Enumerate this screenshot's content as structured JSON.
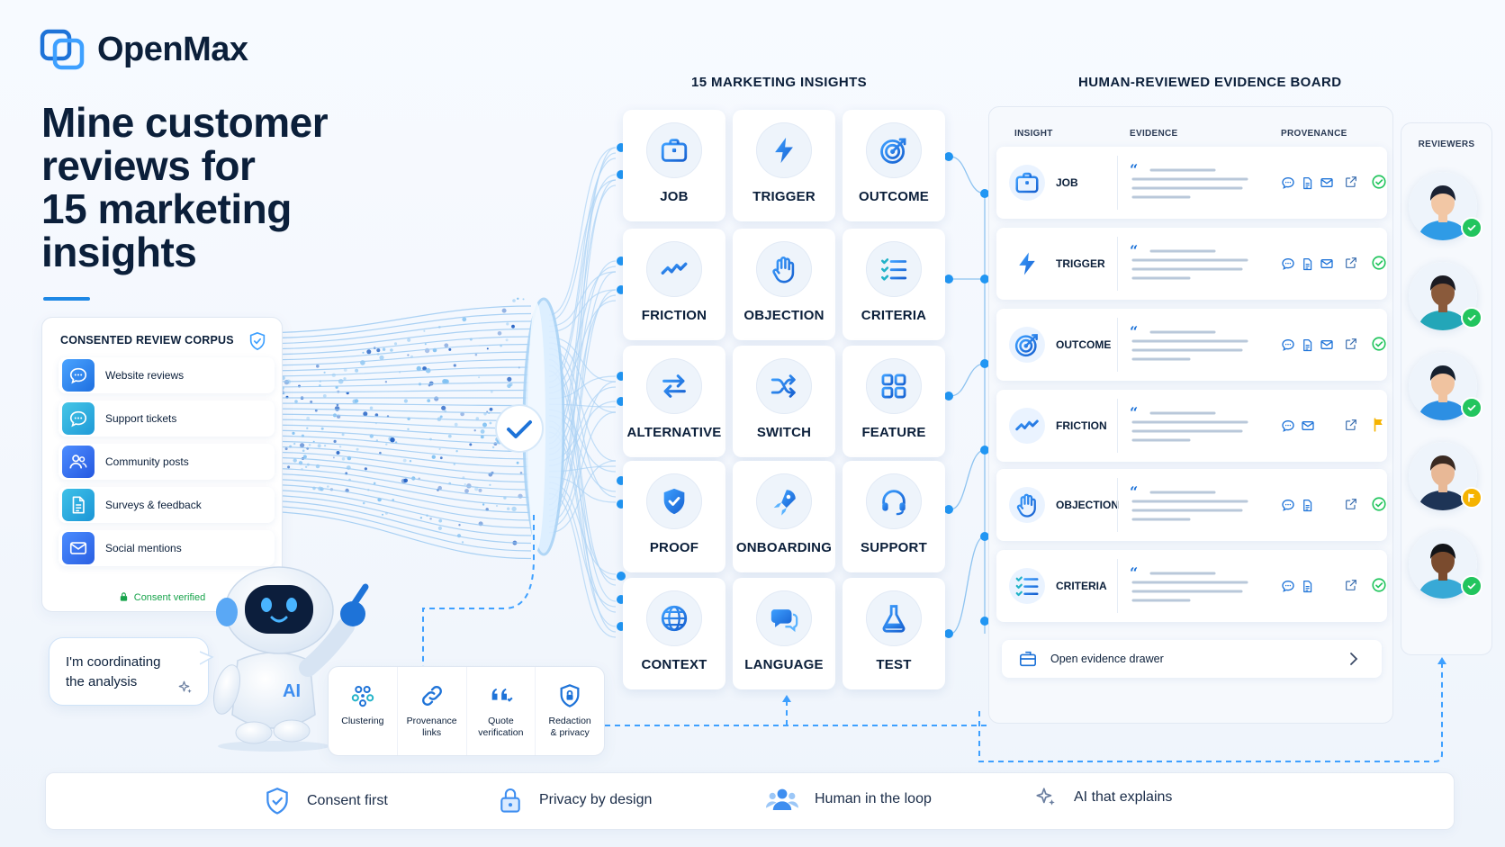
{
  "brand": {
    "name": "OpenMax"
  },
  "headline": {
    "lines": [
      "Mine customer",
      "reviews for",
      "15 marketing",
      "insights"
    ]
  },
  "corpus": {
    "title": "CONSENTED REVIEW CORPUS",
    "sources": [
      {
        "label": "Website reviews",
        "icon": "chat-bubble-icon"
      },
      {
        "label": "Support tickets",
        "icon": "chat-bubble-icon"
      },
      {
        "label": "Community posts",
        "icon": "people-icon"
      },
      {
        "label": "Surveys & feedback",
        "icon": "document-icon"
      },
      {
        "label": "Social mentions",
        "icon": "mail-icon"
      }
    ],
    "footer": "Consent verified"
  },
  "assistant": {
    "bubble_line1": "I'm coordinating",
    "bubble_line2": "the analysis",
    "badge": "AI"
  },
  "tools": [
    {
      "line1": "Clustering",
      "line2": "",
      "icon": "cluster-icon"
    },
    {
      "line1": "Provenance",
      "line2": "links",
      "icon": "link-icon"
    },
    {
      "line1": "Quote",
      "line2": "verification",
      "icon": "quote-icon"
    },
    {
      "line1": "Redaction",
      "line2": "& privacy",
      "icon": "shield-lock-icon"
    }
  ],
  "insights": {
    "heading": "15 MARKETING INSIGHTS",
    "items": [
      {
        "label": "JOB",
        "icon": "briefcase-icon"
      },
      {
        "label": "TRIGGER",
        "icon": "lightning-icon"
      },
      {
        "label": "OUTCOME",
        "icon": "target-icon"
      },
      {
        "label": "FRICTION",
        "icon": "trend-icon"
      },
      {
        "label": "OBJECTION",
        "icon": "hand-icon"
      },
      {
        "label": "CRITERIA",
        "icon": "checklist-icon"
      },
      {
        "label": "ALTERNATIVE",
        "icon": "swap-arrows-icon"
      },
      {
        "label": "SWITCH",
        "icon": "shuffle-icon"
      },
      {
        "label": "FEATURE",
        "icon": "grid-icon"
      },
      {
        "label": "PROOF",
        "icon": "shield-check-icon"
      },
      {
        "label": "ONBOARDING",
        "icon": "rocket-icon"
      },
      {
        "label": "SUPPORT",
        "icon": "headset-icon"
      },
      {
        "label": "CONTEXT",
        "icon": "globe-icon"
      },
      {
        "label": "LANGUAGE",
        "icon": "speech-bubbles-icon"
      },
      {
        "label": "TEST",
        "icon": "flask-icon"
      }
    ]
  },
  "board": {
    "heading": "HUMAN-REVIEWED EVIDENCE BOARD",
    "columns": [
      "INSIGHT",
      "EVIDENCE",
      "PROVENANCE"
    ],
    "rows": [
      {
        "label": "JOB",
        "icon": "briefcase-icon",
        "status": "approved"
      },
      {
        "label": "TRIGGER",
        "icon": "lightning-icon",
        "status": "approved"
      },
      {
        "label": "OUTCOME",
        "icon": "target-icon",
        "status": "approved"
      },
      {
        "label": "FRICTION",
        "icon": "trend-icon",
        "status": "flagged"
      },
      {
        "label": "OBJECTION",
        "icon": "hand-icon",
        "status": "approved"
      },
      {
        "label": "CRITERIA",
        "icon": "checklist-icon",
        "status": "approved"
      }
    ],
    "drawer_label": "Open evidence drawer"
  },
  "reviewers": {
    "heading": "REVIEWERS",
    "people": [
      {
        "status": "approved"
      },
      {
        "status": "approved"
      },
      {
        "status": "approved"
      },
      {
        "status": "flagged"
      },
      {
        "status": "approved"
      }
    ]
  },
  "footer": [
    {
      "label": "Consent first",
      "icon": "shield-check-icon"
    },
    {
      "label": "Privacy by design",
      "icon": "lock-icon"
    },
    {
      "label": "Human in the loop",
      "icon": "people-icon"
    },
    {
      "label": "AI that explains",
      "icon": "sparkle-icon"
    }
  ],
  "colors": {
    "accent": "#1e73d8",
    "accent_light": "#3ea0ff",
    "success": "#22c55e",
    "flag": "#f5b301",
    "text": "#0b1f3a"
  }
}
